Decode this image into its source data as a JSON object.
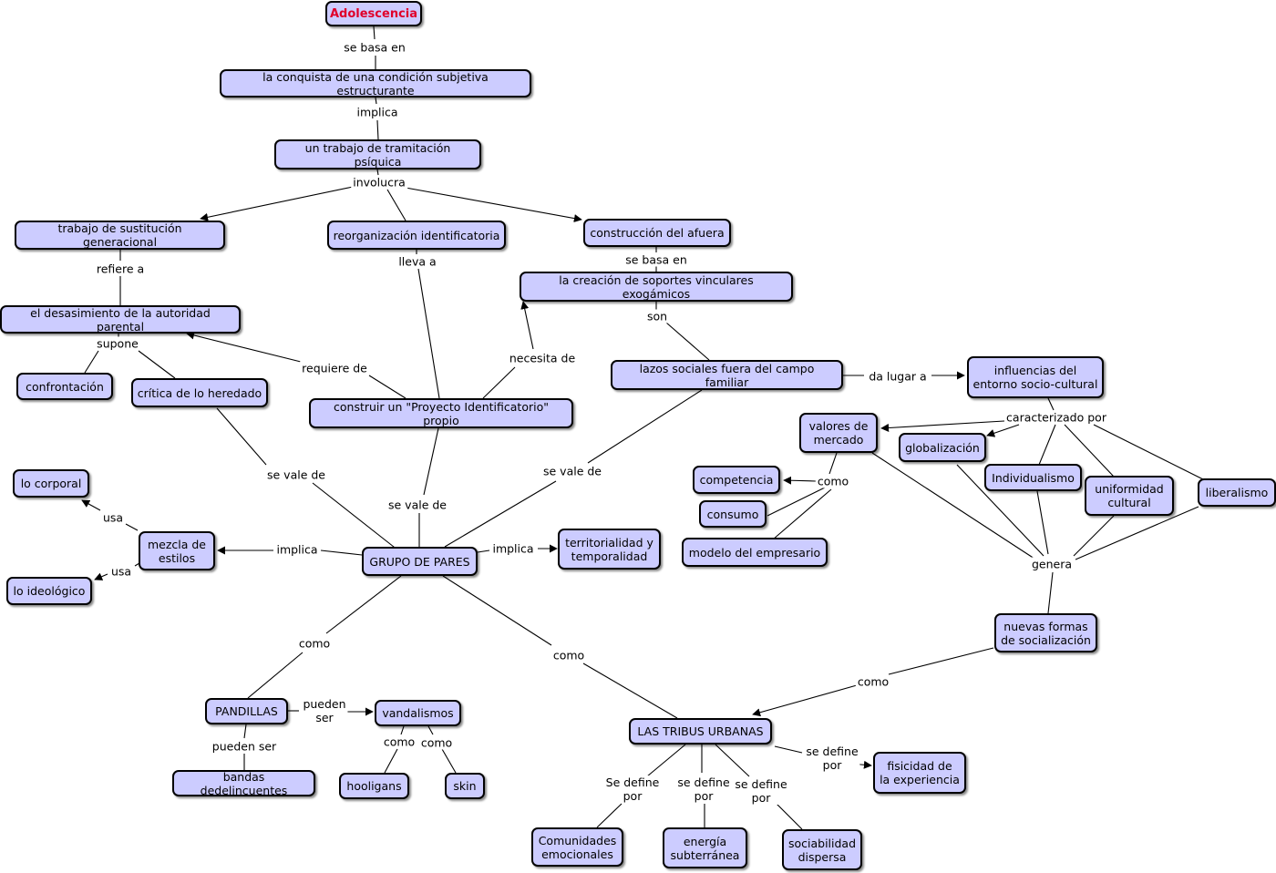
{
  "nodes": {
    "adolescencia": "Adolescencia",
    "conquista": "la conquista de una condición subjetiva estructurante",
    "trabajo_tramitacion": "un trabajo de tramitación psíquica",
    "trabajo_sustitucion": "trabajo de sustitución generacional",
    "reorganizacion": "reorganización identificatoria",
    "construccion_afuera": "construcción del afuera",
    "creacion_soportes": "la creación de soportes vinculares exogámicos",
    "desasimiento": "el desasimiento de la autoridad parental",
    "confrontacion": "confrontación",
    "critica": "crítica de lo heredado",
    "proyecto": "construir un \"Proyecto Identificatorio\" propio",
    "lazos": "lazos sociales fuera del campo familiar",
    "influencias": "influencias del\nentorno socio-cultural",
    "valores": "valores de\nmercado",
    "globalizacion": "globalización",
    "competencia": "competencia",
    "consumo": "consumo",
    "modelo": "modelo del empresario",
    "individualismo": "Individualismo",
    "uniformidad": "uniformidad\ncultural",
    "liberalismo": "liberalismo",
    "corporal": "lo corporal",
    "mezcla": "mezcla de\nestilos",
    "ideologico": "lo ideológico",
    "grupo": "GRUPO DE PARES",
    "territorialidad": "territorialidad y\ntemporalidad",
    "nuevas_formas": "nuevas formas\nde socialización",
    "pandillas": "PANDILLAS",
    "vandalismos": "vandalismos",
    "bandas": "bandas dedelincuentes",
    "hooligans": "hooligans",
    "skin": "skin",
    "tribus": "LAS TRIBUS URBANAS",
    "fisicidad": "fisicidad de\nla experiencia",
    "comunidades": "Comunidades\nemocionales",
    "energia": "energía\nsubterránea",
    "sociabilidad": "sociabilidad\ndispersa"
  },
  "labels": {
    "l_se_basa_en_1": "se basa en",
    "l_implica_1": "implica",
    "l_involucra": "involucra",
    "l_refiere_a": "refiere a",
    "l_lleva_a": "lleva a",
    "l_se_basa_en_2": "se basa en",
    "l_son": "son",
    "l_supone": "supone",
    "l_requiere_de": "requiere de",
    "l_necesita_de": "necesita de",
    "l_da_lugar_a": "da lugar a",
    "l_caracterizado_por": "caracterizado por",
    "l_como_valores": "como",
    "l_se_vale_de_1": "se vale de",
    "l_se_vale_de_2": "se vale de",
    "l_se_vale_de_3": "se vale de",
    "l_genera": "genera",
    "l_usa_1": "usa",
    "l_usa_2": "usa",
    "l_implica_2": "implica",
    "l_implica_3": "implica",
    "l_como_grupo_1": "como",
    "l_como_grupo_2": "como",
    "l_como_nuevas": "como",
    "l_pueden_ser_1": "pueden\nser",
    "l_pueden_ser_2": "pueden ser",
    "l_como_v1": "como",
    "l_como_v2": "como",
    "l_se_define_1": "se define\npor",
    "l_se_define_2": "Se define\npor",
    "l_se_define_3": "se define\npor",
    "l_se_define_4": "se define\npor"
  },
  "colors": {
    "node_fill": "#ccccff",
    "root_text": "#e0002a",
    "line": "#000000"
  }
}
